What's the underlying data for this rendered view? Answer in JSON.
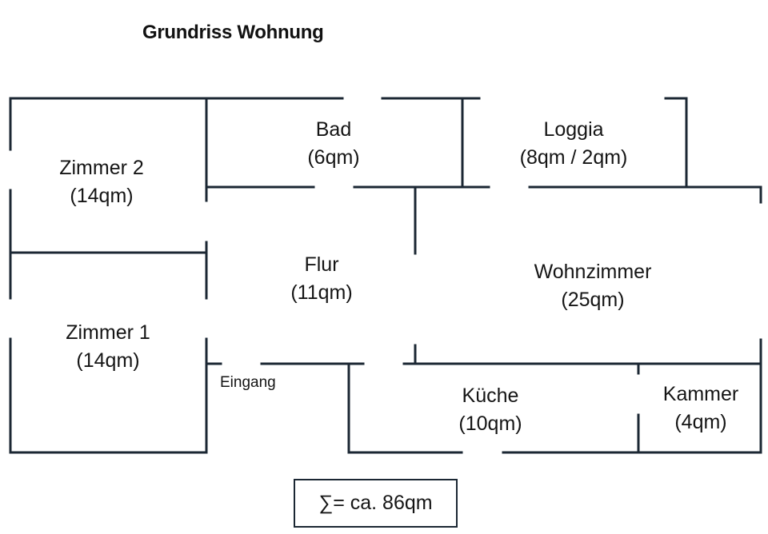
{
  "title": "Grundriss Wohnung",
  "wall_color": "#1b2733",
  "rooms": [
    {
      "name": "Zimmer 2",
      "area": "(14qm)"
    },
    {
      "name": "Zimmer 1",
      "area": "(14qm)"
    },
    {
      "name": "Bad",
      "area": "(6qm)"
    },
    {
      "name": "Loggia",
      "area": "(8qm / 2qm)"
    },
    {
      "name": "Flur",
      "area": "(11qm)"
    },
    {
      "name": "Wohnzimmer",
      "area": "(25qm)"
    },
    {
      "name": "Küche",
      "area": "(10qm)"
    },
    {
      "name": "Kammer",
      "area": "(4qm)"
    }
  ],
  "entrance_label": "Eingang",
  "total": "∑= ca. 86qm"
}
